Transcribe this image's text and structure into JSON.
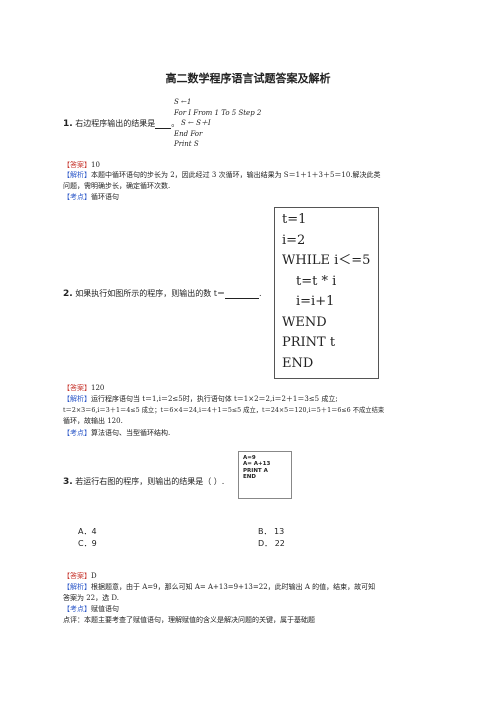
{
  "title": "高二数学程序语言试题答案及解析",
  "q1": {
    "num": "1.",
    "text": "右边程序输出的结果是",
    "after": "。",
    "code": [
      "S ←1",
      "For  I  From  1  To  5  Step  2",
      "S ← S＋I",
      "End  For",
      "Print  S"
    ],
    "answer_tag": "【答案】",
    "answer": "10",
    "analysis_tag": "【解析】",
    "analysis_1": "本题中循环语句的步长为 2，因此经过 3 次循环，输出结果为 S＝1＋1＋3＋5＝10.解决此类",
    "analysis_2": "问题，需明确步长，确定循环次数.",
    "point_tag": "【考点】",
    "point": "循环语句"
  },
  "q2": {
    "num": "2.",
    "text": "如果执行如图所示的程序，则输出的数 t＝",
    "after": ".",
    "code": [
      "t=1",
      "i=2",
      "WHILE i＜=5",
      "t=t * i",
      "i=i+1",
      "WEND",
      "PRINT t",
      "END"
    ],
    "answer_tag": "【答案】",
    "answer": "120",
    "analysis_tag": "【解析】",
    "analysis_1": "运行程序语句当 t＝1,i＝2≤5时，执行语句体 t＝1×2＝2,i＝2＋1＝3≤5 成立;",
    "analysis_2": "t＝2×3＝6,i＝3＋1＝4≤5 成立；t＝6×4＝24,i＝4＋1＝5≤5 成立，t＝24×5＝120,i＝5＋1＝6≤6 不成立结束",
    "analysis_3": "循环，故输出 120.",
    "point_tag": "【考点】",
    "point": "算法语句、当型循环结构."
  },
  "q3": {
    "num": "3.",
    "text": "若运行右图的程序，则输出的结果是（  ）.",
    "code": [
      "A=9",
      "A= A+13",
      "PRINT   A",
      "END"
    ],
    "options": [
      "A．4",
      "B．  13",
      "C．9",
      "D．  22"
    ],
    "answer_tag": "【答案】",
    "answer": "D",
    "analysis_tag": "【解析】",
    "analysis_1": "根据题意，由于 A=9，那么可知 A= A+13=9+13=22，此时输出 A 的值，结束，故可知",
    "analysis_2": "答案为 22，选 D.",
    "point_tag": "【考点】",
    "point": "赋值语句",
    "comment_label": "点评：",
    "comment": "本题主要考查了赋值语句，理解赋值的含义是解决问题的关键，属于基础题"
  }
}
